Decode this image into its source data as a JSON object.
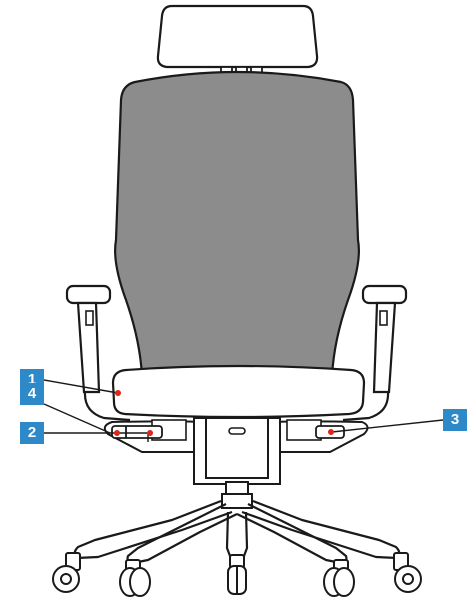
{
  "colors": {
    "outline": "#1a1a1a",
    "mesh": "#8c8c8c",
    "callout": "#2e89c9",
    "marker": "#e2231a",
    "background": "#ffffff"
  },
  "callouts": [
    {
      "label": "1"
    },
    {
      "label": "4"
    },
    {
      "label": "2"
    },
    {
      "label": "3"
    }
  ]
}
